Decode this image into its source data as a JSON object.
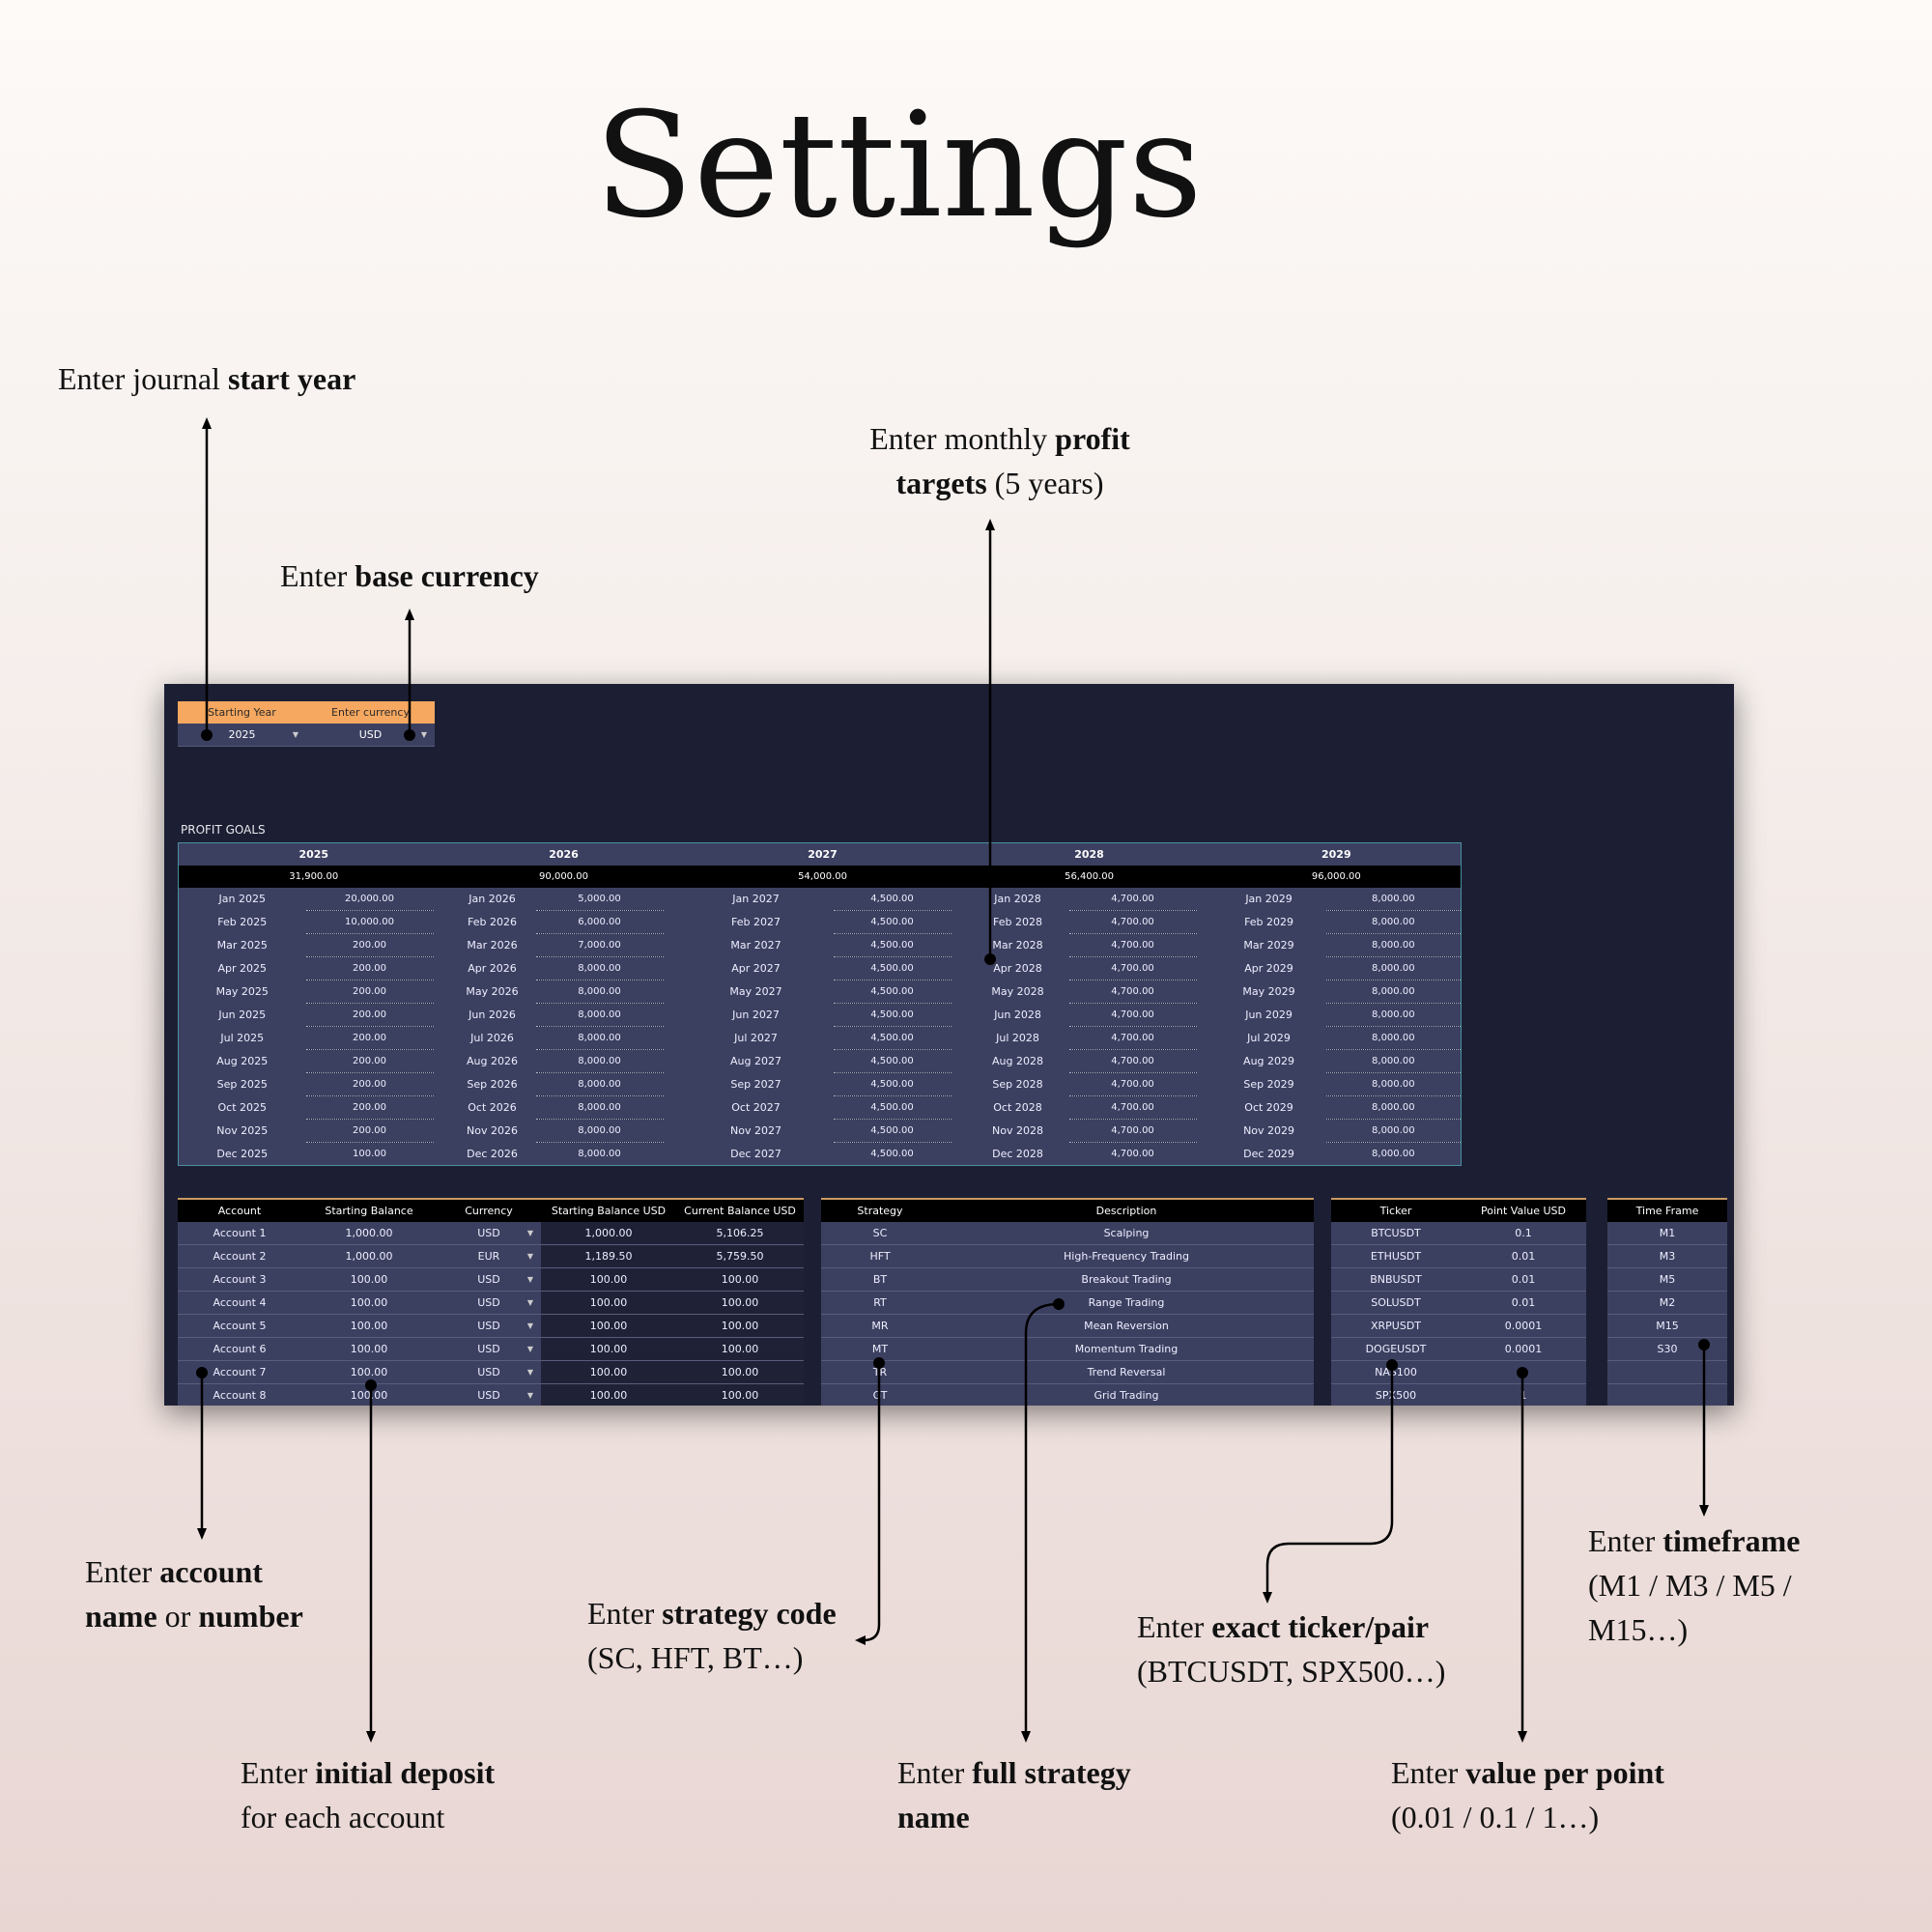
{
  "title": "Settings",
  "annotations": {
    "start_year": {
      "pre": "Enter journal ",
      "bold": "start year",
      "post": ""
    },
    "base_currency": {
      "pre": "Enter ",
      "bold": "base currency",
      "post": ""
    },
    "profit_targets": {
      "line1_pre": "Enter monthly ",
      "line1_bold": "profit",
      "line2_bold": "targets",
      "line2_post": " (5 years)"
    },
    "account": {
      "line1_pre": "Enter ",
      "line1_bold": "account",
      "line2_bold1": "name",
      "line2_mid": " or ",
      "line2_bold2": "number"
    },
    "deposit": {
      "line1_pre": "Enter ",
      "line1_bold": "initial deposit",
      "line2": "for each account"
    },
    "strategy_code": {
      "line1_pre": "Enter ",
      "line1_bold": "strategy code",
      "line2": "(SC, HFT, BT…)"
    },
    "strategy_name": {
      "line1_pre": "Enter ",
      "line1_bold": "full strategy",
      "line2_bold": "name"
    },
    "ticker": {
      "line1_pre": "Enter ",
      "line1_bold": "exact ticker/pair",
      "line2": "(BTCUSDT, SPX500…)"
    },
    "point_value": {
      "line1_pre": "Enter ",
      "line1_bold": "value per point",
      "line2": "(0.01 / 0.1 / 1…)"
    },
    "timeframe": {
      "line1_pre": "Enter ",
      "line1_bold": "timeframe",
      "line2": "(M1 / M3 / M5 /",
      "line3": "M15…)"
    }
  },
  "start": {
    "year_header": "Starting Year",
    "currency_header": "Enter currency",
    "year": "2025",
    "currency": "USD"
  },
  "profit_goals": {
    "label": "PROFIT GOALS",
    "years": [
      {
        "year": "2025",
        "total": "31,900.00",
        "months": [
          [
            "Jan 2025",
            "20,000.00"
          ],
          [
            "Feb 2025",
            "10,000.00"
          ],
          [
            "Mar 2025",
            "200.00"
          ],
          [
            "Apr 2025",
            "200.00"
          ],
          [
            "May 2025",
            "200.00"
          ],
          [
            "Jun 2025",
            "200.00"
          ],
          [
            "Jul 2025",
            "200.00"
          ],
          [
            "Aug 2025",
            "200.00"
          ],
          [
            "Sep 2025",
            "200.00"
          ],
          [
            "Oct 2025",
            "200.00"
          ],
          [
            "Nov 2025",
            "200.00"
          ],
          [
            "Dec 2025",
            "100.00"
          ]
        ]
      },
      {
        "year": "2026",
        "total": "90,000.00",
        "months": [
          [
            "Jan 2026",
            "5,000.00"
          ],
          [
            "Feb 2026",
            "6,000.00"
          ],
          [
            "Mar 2026",
            "7,000.00"
          ],
          [
            "Apr 2026",
            "8,000.00"
          ],
          [
            "May 2026",
            "8,000.00"
          ],
          [
            "Jun 2026",
            "8,000.00"
          ],
          [
            "Jul 2026",
            "8,000.00"
          ],
          [
            "Aug 2026",
            "8,000.00"
          ],
          [
            "Sep 2026",
            "8,000.00"
          ],
          [
            "Oct 2026",
            "8,000.00"
          ],
          [
            "Nov 2026",
            "8,000.00"
          ],
          [
            "Dec 2026",
            "8,000.00"
          ]
        ]
      },
      {
        "year": "2027",
        "total": "54,000.00",
        "months": [
          [
            "Jan 2027",
            "4,500.00"
          ],
          [
            "Feb 2027",
            "4,500.00"
          ],
          [
            "Mar 2027",
            "4,500.00"
          ],
          [
            "Apr 2027",
            "4,500.00"
          ],
          [
            "May 2027",
            "4,500.00"
          ],
          [
            "Jun 2027",
            "4,500.00"
          ],
          [
            "Jul 2027",
            "4,500.00"
          ],
          [
            "Aug 2027",
            "4,500.00"
          ],
          [
            "Sep 2027",
            "4,500.00"
          ],
          [
            "Oct 2027",
            "4,500.00"
          ],
          [
            "Nov 2027",
            "4,500.00"
          ],
          [
            "Dec 2027",
            "4,500.00"
          ]
        ]
      },
      {
        "year": "2028",
        "total": "56,400.00",
        "months": [
          [
            "Jan 2028",
            "4,700.00"
          ],
          [
            "Feb 2028",
            "4,700.00"
          ],
          [
            "Mar 2028",
            "4,700.00"
          ],
          [
            "Apr 2028",
            "4,700.00"
          ],
          [
            "May 2028",
            "4,700.00"
          ],
          [
            "Jun 2028",
            "4,700.00"
          ],
          [
            "Jul 2028",
            "4,700.00"
          ],
          [
            "Aug 2028",
            "4,700.00"
          ],
          [
            "Sep 2028",
            "4,700.00"
          ],
          [
            "Oct 2028",
            "4,700.00"
          ],
          [
            "Nov 2028",
            "4,700.00"
          ],
          [
            "Dec 2028",
            "4,700.00"
          ]
        ]
      },
      {
        "year": "2029",
        "total": "96,000.00",
        "months": [
          [
            "Jan 2029",
            "8,000.00"
          ],
          [
            "Feb 2029",
            "8,000.00"
          ],
          [
            "Mar 2029",
            "8,000.00"
          ],
          [
            "Apr 2029",
            "8,000.00"
          ],
          [
            "May 2029",
            "8,000.00"
          ],
          [
            "Jun 2029",
            "8,000.00"
          ],
          [
            "Jul 2029",
            "8,000.00"
          ],
          [
            "Aug 2029",
            "8,000.00"
          ],
          [
            "Sep 2029",
            "8,000.00"
          ],
          [
            "Oct 2029",
            "8,000.00"
          ],
          [
            "Nov 2029",
            "8,000.00"
          ],
          [
            "Dec 2029",
            "8,000.00"
          ]
        ]
      }
    ]
  },
  "accounts": {
    "headers": [
      "Account",
      "Starting Balance",
      "Currency",
      "Starting Balance USD",
      "Current Balance USD"
    ],
    "rows": [
      [
        "Account 1",
        "1,000.00",
        "USD",
        "1,000.00",
        "5,106.25"
      ],
      [
        "Account 2",
        "1,000.00",
        "EUR",
        "1,189.50",
        "5,759.50"
      ],
      [
        "Account 3",
        "100.00",
        "USD",
        "100.00",
        "100.00"
      ],
      [
        "Account 4",
        "100.00",
        "USD",
        "100.00",
        "100.00"
      ],
      [
        "Account 5",
        "100.00",
        "USD",
        "100.00",
        "100.00"
      ],
      [
        "Account 6",
        "100.00",
        "USD",
        "100.00",
        "100.00"
      ],
      [
        "Account 7",
        "100.00",
        "USD",
        "100.00",
        "100.00"
      ],
      [
        "Account 8",
        "100.00",
        "USD",
        "100.00",
        "100.00"
      ]
    ]
  },
  "strategies": {
    "headers": [
      "Strategy",
      "Description"
    ],
    "rows": [
      [
        "SC",
        "Scalping"
      ],
      [
        "HFT",
        "High-Frequency Trading"
      ],
      [
        "BT",
        "Breakout Trading"
      ],
      [
        "RT",
        "Range Trading"
      ],
      [
        "MR",
        "Mean Reversion"
      ],
      [
        "MT",
        "Momentum Trading"
      ],
      [
        "TR",
        "Trend Reversal"
      ],
      [
        "GT",
        "Grid Trading"
      ]
    ]
  },
  "tickers": {
    "headers": [
      "Ticker",
      "Point Value USD"
    ],
    "rows": [
      [
        "BTCUSDT",
        "0.1"
      ],
      [
        "ETHUSDT",
        "0.01"
      ],
      [
        "BNBUSDT",
        "0.01"
      ],
      [
        "SOLUSDT",
        "0.01"
      ],
      [
        "XRPUSDT",
        "0.0001"
      ],
      [
        "DOGEUSDT",
        "0.0001"
      ],
      [
        "NAS100",
        "1"
      ],
      [
        "SPX500",
        "1"
      ]
    ]
  },
  "timeframes": {
    "header": "Time Frame",
    "rows": [
      "M1",
      "M3",
      "M5",
      "M2",
      "M15",
      "S30",
      "",
      ""
    ]
  }
}
